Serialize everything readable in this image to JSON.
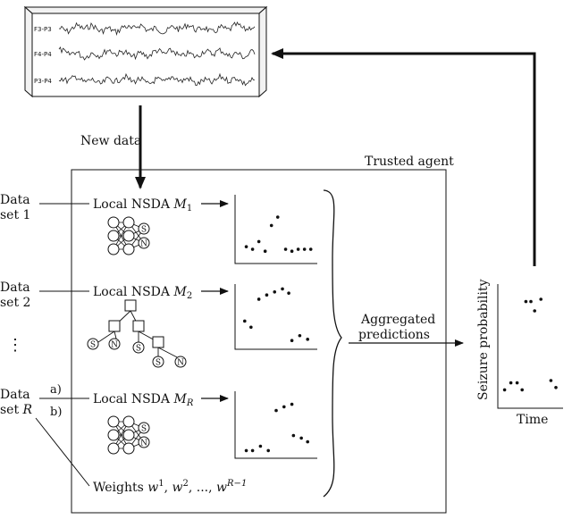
{
  "eeg": {
    "channels": [
      "F3-P3",
      "F4-P4",
      "P3-P4"
    ]
  },
  "new_data_label": "New data",
  "trusted_agent_label": "Trusted agent",
  "datasets": [
    {
      "line1": "Data",
      "line2": "set 1"
    },
    {
      "line1": "Data",
      "line2": "set 2"
    },
    {
      "line1": "Data",
      "line2": "set ",
      "var": "R"
    }
  ],
  "ellipsis": "⋮",
  "branch_a": "a)",
  "branch_b": "b)",
  "models": [
    {
      "prefix": "Local NSDA ",
      "var": "M",
      "sub": "1"
    },
    {
      "prefix": "Local NSDA ",
      "var": "M",
      "sub": "2"
    },
    {
      "prefix": "Local NSDA ",
      "var": "M",
      "sub": "R"
    }
  ],
  "node_labels": {
    "s": "S",
    "n": "N"
  },
  "weights": {
    "prefix": "Weights ",
    "w": "w",
    "sup1": "1",
    "sup2": "2",
    "supR": "R−1",
    "sep": ", ",
    "dots": "..., "
  },
  "aggregated": {
    "line1": "Aggregated",
    "line2": "predictions"
  },
  "output_chart": {
    "ylabel": "Seizure probability",
    "xlabel": "Time"
  },
  "mini_plots": [
    {
      "points": [
        [
          0.12,
          0.22
        ],
        [
          0.2,
          0.18
        ],
        [
          0.28,
          0.3
        ],
        [
          0.36,
          0.15
        ],
        [
          0.44,
          0.55
        ],
        [
          0.52,
          0.68
        ],
        [
          0.62,
          0.18
        ],
        [
          0.7,
          0.15
        ],
        [
          0.78,
          0.18
        ],
        [
          0.86,
          0.18
        ],
        [
          0.94,
          0.18
        ]
      ]
    },
    {
      "points": [
        [
          0.1,
          0.42
        ],
        [
          0.18,
          0.32
        ],
        [
          0.28,
          0.78
        ],
        [
          0.38,
          0.85
        ],
        [
          0.48,
          0.9
        ],
        [
          0.58,
          0.95
        ],
        [
          0.66,
          0.88
        ],
        [
          0.7,
          0.1
        ],
        [
          0.8,
          0.18
        ],
        [
          0.9,
          0.12
        ]
      ]
    },
    {
      "points": [
        [
          0.12,
          0.08
        ],
        [
          0.2,
          0.08
        ],
        [
          0.3,
          0.15
        ],
        [
          0.4,
          0.08
        ],
        [
          0.5,
          0.72
        ],
        [
          0.6,
          0.78
        ],
        [
          0.7,
          0.82
        ],
        [
          0.72,
          0.32
        ],
        [
          0.82,
          0.28
        ],
        [
          0.9,
          0.22
        ]
      ]
    }
  ],
  "output_points": [
    [
      0.08,
      0.12
    ],
    [
      0.18,
      0.18
    ],
    [
      0.28,
      0.18
    ],
    [
      0.36,
      0.12
    ],
    [
      0.42,
      0.88
    ],
    [
      0.5,
      0.88
    ],
    [
      0.56,
      0.8
    ],
    [
      0.66,
      0.9
    ],
    [
      0.82,
      0.2
    ],
    [
      0.9,
      0.14
    ]
  ]
}
